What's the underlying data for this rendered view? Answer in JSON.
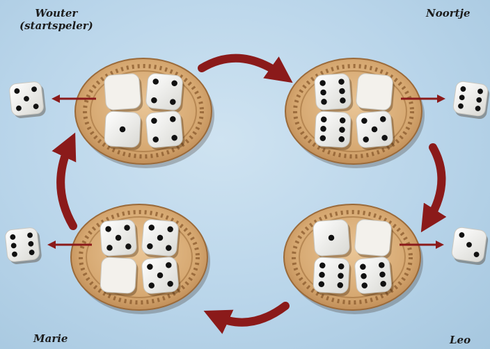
{
  "players": {
    "wouter": {
      "name": "Wouter",
      "note": "(startspeler)"
    },
    "noortje": {
      "name": "Noortje"
    },
    "marie": {
      "name": "Marie"
    },
    "leo": {
      "name": "Leo"
    }
  },
  "plates": [
    {
      "id": "wouter",
      "dice": [
        {
          "face": 0,
          "pale": true
        },
        {
          "face": 4
        },
        {
          "face": 1
        },
        {
          "face": 4
        }
      ],
      "outgoing": {
        "side": "left",
        "face": 5
      }
    },
    {
      "id": "noortje",
      "dice": [
        {
          "face": 6
        },
        {
          "face": 0,
          "pale": true
        },
        {
          "face": 6
        },
        {
          "face": 5
        }
      ],
      "outgoing": {
        "side": "right",
        "face": 6
      }
    },
    {
      "id": "marie",
      "dice": [
        {
          "face": 5
        },
        {
          "face": 5
        },
        {
          "face": 0,
          "pale": true
        },
        {
          "face": 5
        }
      ],
      "outgoing": {
        "side": "left",
        "face": 6
      }
    },
    {
      "id": "leo",
      "dice": [
        {
          "face": 1
        },
        {
          "face": 0,
          "pale": true
        },
        {
          "face": 6
        },
        {
          "face": 6
        }
      ],
      "outgoing": {
        "side": "right",
        "face": 3
      }
    }
  ],
  "colors": {
    "arrow": "#8b1a1a",
    "plate": "#d6a871",
    "plate_edge": "#9a6a3a",
    "die": "#f7f7f4",
    "pip": "#111111"
  }
}
